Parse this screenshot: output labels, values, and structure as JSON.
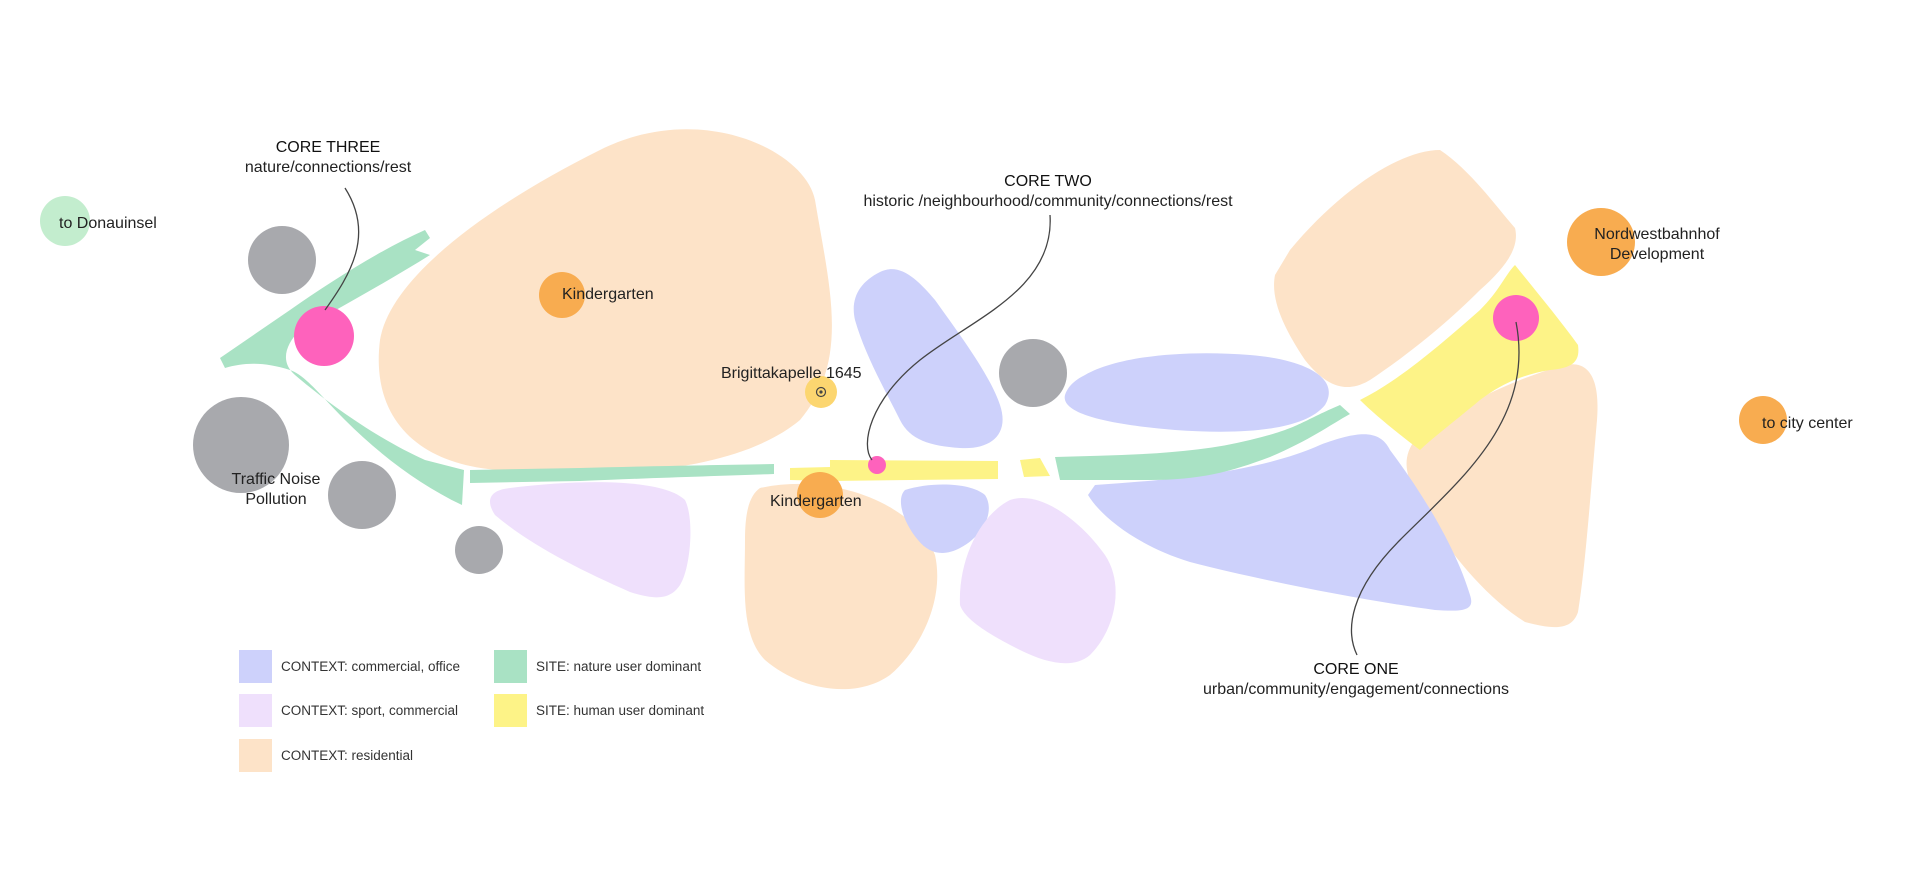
{
  "colors": {
    "commercial_office": "#cdd1fb",
    "sport_commercial": "#efe0fc",
    "residential": "#fde3c8",
    "nature": "#a9e2c4",
    "human": "#fdf387",
    "noise": "#a8a9ad",
    "node": "#f8ac50",
    "core": "#fe62bc",
    "donauinsel": "#c3edce",
    "chapel": "#fcd670",
    "line": "#444444"
  },
  "cores": {
    "three": {
      "title": "CORE THREE",
      "subtitle": "nature/connections/rest"
    },
    "two": {
      "title": "CORE TWO",
      "subtitle": "historic /neighbourhood/community/connections/rest"
    },
    "one": {
      "title": "CORE ONE",
      "subtitle": "urban/community/engagement/connections"
    }
  },
  "labels": {
    "donauinsel": "to Donauinsel",
    "kindergarten_north": "Kindergarten",
    "kindergarten_south": "Kindergarten",
    "chapel": "Brigittakapelle 1645",
    "traffic_noise_line1": "Traffic Noise",
    "traffic_noise_line2": "Pollution",
    "nordwest_line1": "Nordwestbahnhof",
    "nordwest_line2": "Development",
    "city_center": "to city center"
  },
  "legend": [
    {
      "label": "CONTEXT: commercial, office",
      "color_key": "commercial_office"
    },
    {
      "label": "CONTEXT: sport, commercial",
      "color_key": "sport_commercial"
    },
    {
      "label": "CONTEXT: residential",
      "color_key": "residential"
    },
    {
      "label": "SITE: nature user dominant",
      "color_key": "nature"
    },
    {
      "label": "SITE: human user dominant",
      "color_key": "human"
    }
  ]
}
